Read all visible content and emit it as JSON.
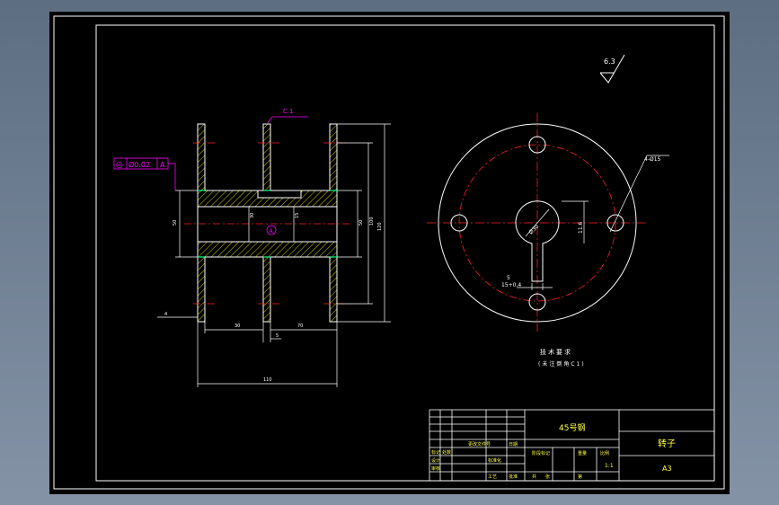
{
  "roughness_symbol": {
    "value": "6.3"
  },
  "datum_label": "A",
  "chamfer": {
    "label": "C 1"
  },
  "tolerance_frame": {
    "symbol": "◎",
    "value": "Ø0.02",
    "datum": "A"
  },
  "dimensions": {
    "left_height": "50",
    "center_mark": "30",
    "center_mark2": "15",
    "right_inner": "50",
    "right_mid": "100",
    "right_outer": "120",
    "bottom_30": "30",
    "bottom_70": "70",
    "bottom_5": "5",
    "total_width": "110",
    "left_4": "4",
    "keyway_depth": "11.6",
    "keyway_width": "5",
    "keyway_tol": "15+0.4",
    "shaft_dia": "Ø30",
    "holes": "4-Ø15"
  },
  "notes": {
    "title": "技术要求",
    "line": "(未注倒角C1)"
  },
  "title_block": {
    "material": "45号钢",
    "part_name": "转子",
    "sheet_size": "A3",
    "scale_ratio": "1:1",
    "labels": {
      "mark": "标记",
      "count": "处数",
      "zone": "分区",
      "doc_no": "更改文件号",
      "signature": "签名",
      "date": "日期",
      "designer": "设计",
      "standardize": "标准化",
      "stage_mark": "阶段标记",
      "weight": "重量",
      "scale": "比例",
      "review": "审核",
      "process": "工艺",
      "approve": "批准",
      "total": "共",
      "sheets": "张",
      "page": "第"
    }
  },
  "colors": {
    "background": "#000000",
    "line": "#ffffff",
    "hatch": "#ffff00",
    "center": "#ff2020",
    "annotation": "#ff00ff",
    "highlight": "#00ff80",
    "title_text": "#ffff40"
  }
}
